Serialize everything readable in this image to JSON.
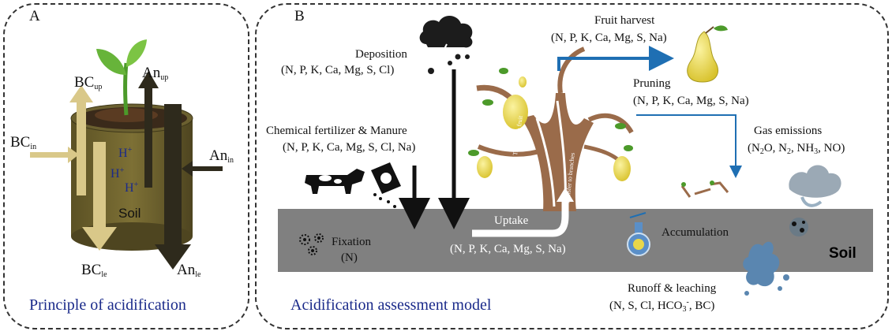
{
  "panel_a": {
    "letter": "A",
    "caption": "Principle of acidification",
    "soil": "Soil",
    "h_ion": "H+",
    "bc_up": "BCup",
    "bc_in": "BCin",
    "bc_le": "BCle",
    "an_up": "Anup",
    "an_in": "Anin",
    "an_le": "Anle"
  },
  "panel_b": {
    "letter": "B",
    "caption": "Acidification assessment model",
    "deposition": {
      "title": "Deposition",
      "elements": "(N, P, K, Ca, Mg, S, Cl)"
    },
    "fertilizer": {
      "title": "Chemical fertilizer  & Manure",
      "elements": "(N, P, K, Ca, Mg, S, Cl, Na)"
    },
    "fruit_harvest": {
      "title": "Fruit harvest",
      "elements": "(N, P, K, Ca, Mg, S, Na)"
    },
    "pruning": {
      "title": "Pruning",
      "elements": "(N, P, K, Ca, Mg, S, Na)"
    },
    "gas_emissions": {
      "title": "Gas emissions",
      "elements": "(N2O, N2, NH3, NO)"
    },
    "fixation": {
      "title": "Fixation",
      "elements": "(N)"
    },
    "uptake": {
      "title": "Uptake",
      "elements": "(N, P, K, Ca, Mg, S, Na)"
    },
    "accumulation": "Accumulation",
    "soil": "Soil",
    "runoff": {
      "title": "Runoff & leaching",
      "elements": "(N, S, Cl, HCO3-, BC)"
    },
    "transfer_fruit": "Transfer to fruit",
    "transfer_branches": "Transfer to branches"
  },
  "colors": {
    "arrow_tan": "#d9c889",
    "arrow_dark": "#2e2a1c",
    "soil_band": "#808080",
    "flow_blue": "#1f6fb3",
    "text_blue": "#1a2a8a",
    "pear_yellow": "#e8d74a"
  }
}
